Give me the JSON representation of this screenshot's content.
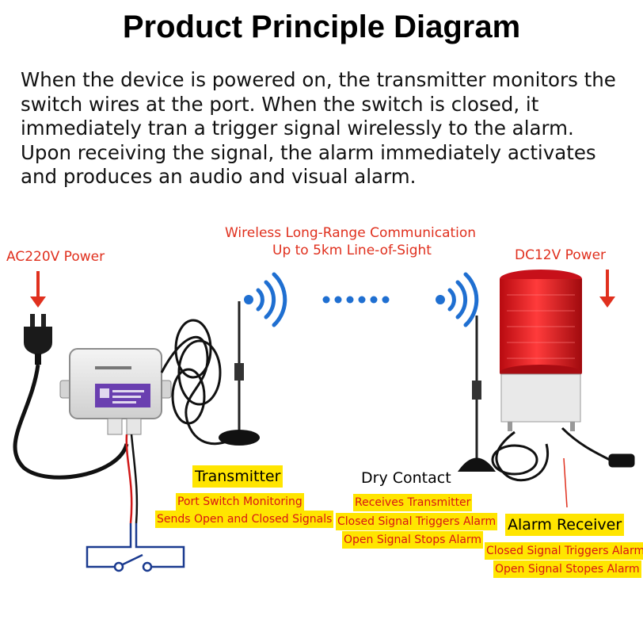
{
  "title": "Product Principle Diagram",
  "description": "When the device is powered on, the transmitter monitors the switch wires at the port. When the switch is closed, it immediately tran a trigger signal wirelessly to the alarm. Upon receiving the signal, the alarm immediately activates and produces an audio and visual alarm.",
  "left_power": "AC220V Power",
  "right_power": "DC12V Power",
  "wireless_line1": "Wireless Long-Range Communication",
  "wireless_line2": "Up to 5km Line-of-Sight",
  "transmitter": {
    "title": "Transmitter",
    "line1": "Port Switch Monitoring",
    "line2": "Sends Open and Closed Signals"
  },
  "dry_contact": {
    "title": "Dry Contact",
    "line1": "Receives Transmitter",
    "line2": "Closed Signal Triggers Alarm",
    "line3": "Open Signal Stops Alarm"
  },
  "receiver": {
    "title": "Alarm Receiver",
    "line1": "Closed Signal Triggers Alarm",
    "line2": "Open Signal Stopes Alarm"
  },
  "colors": {
    "label_red": "#e0301e",
    "highlight": "#ffe500",
    "signal_blue": "#1f6fd1",
    "beacon_red": "#e8141c"
  }
}
